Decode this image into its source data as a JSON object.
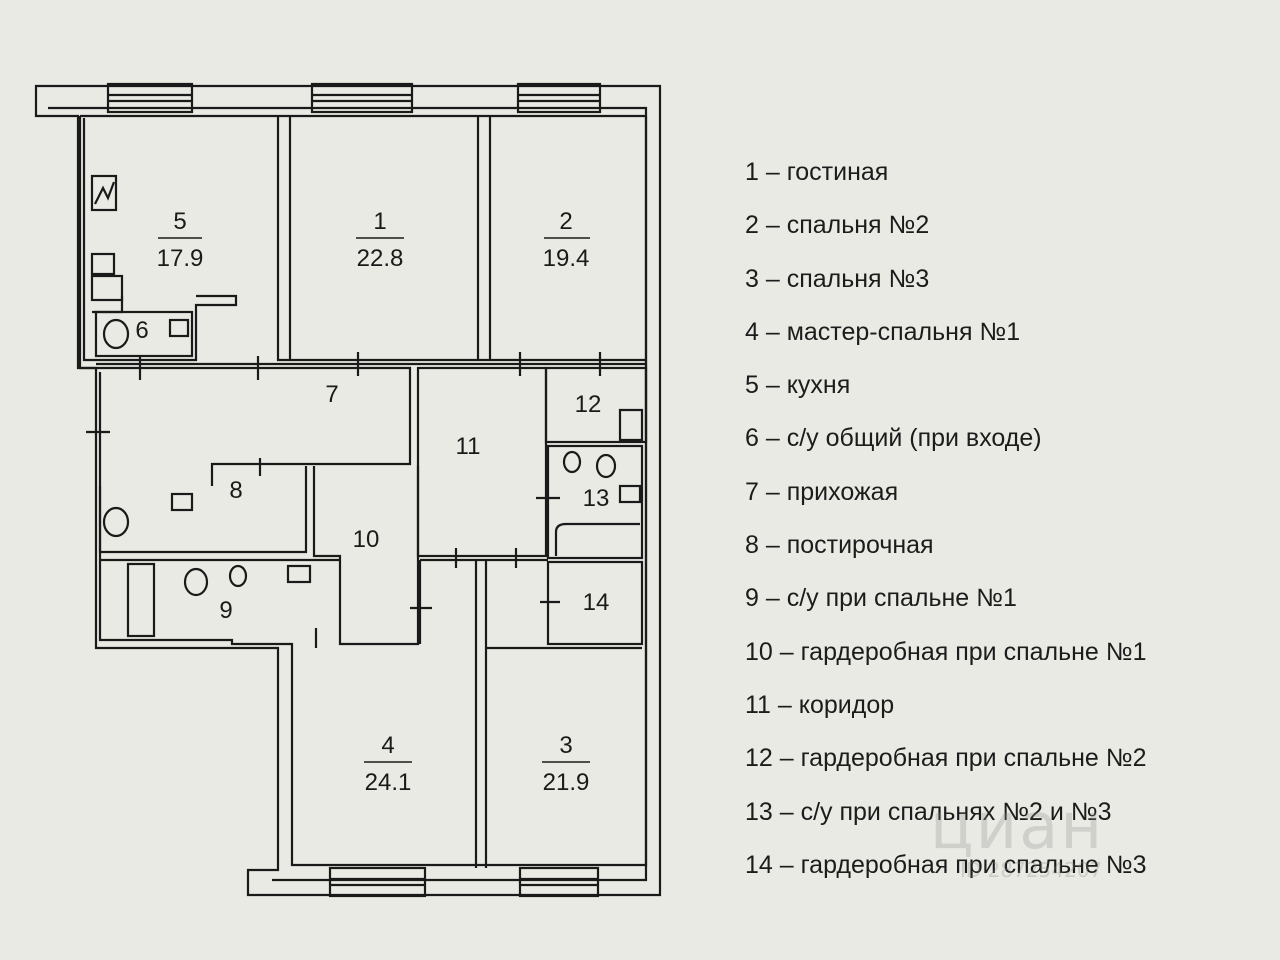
{
  "rooms": [
    {
      "number": "5",
      "area": "17.9"
    },
    {
      "number": "1",
      "area": "22.8"
    },
    {
      "number": "2",
      "area": "19.4"
    },
    {
      "number": "6",
      "area": ""
    },
    {
      "number": "7",
      "area": ""
    },
    {
      "number": "12",
      "area": ""
    },
    {
      "number": "11",
      "area": ""
    },
    {
      "number": "8",
      "area": ""
    },
    {
      "number": "13",
      "area": ""
    },
    {
      "number": "10",
      "area": ""
    },
    {
      "number": "9",
      "area": ""
    },
    {
      "number": "14",
      "area": ""
    },
    {
      "number": "4",
      "area": "24.1"
    },
    {
      "number": "3",
      "area": "21.9"
    }
  ],
  "legend": [
    "1 – гостиная",
    "2 – спальня №2",
    "3 – спальня №3",
    "4 – мастер-спальня №1",
    "5 – кухня",
    "6 – с/у общий (при входе)",
    "7 – прихожая",
    "8 – постирочная",
    "9 – с/у при спальне №1",
    "10 – гардеробная при спальне №1",
    "11 – коридор",
    "12 – гардеробная при спальне №2",
    "13 – с/у при спальнях №2 и №3",
    "14 – гардеробная при спальне №3"
  ],
  "watermark": {
    "brand": "циан",
    "id": "ID 287254207"
  },
  "colors": {
    "background": "#e9eae3",
    "line": "#1a1a1a"
  }
}
